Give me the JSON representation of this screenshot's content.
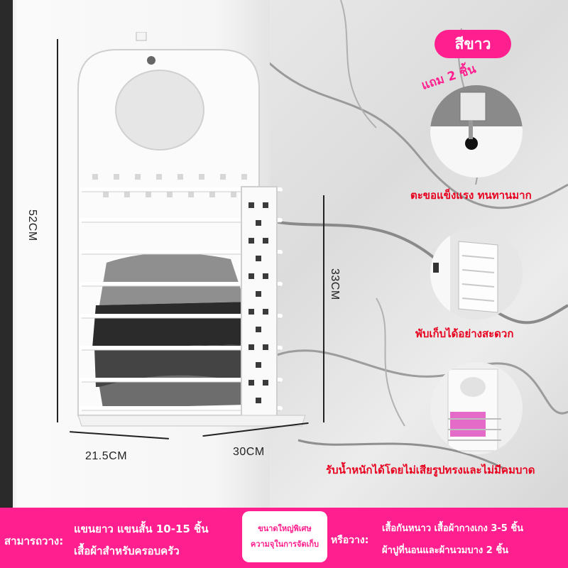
{
  "dimensions": {
    "height_total": "52CM",
    "height_basket": "33CM",
    "depth": "21.5CM",
    "width": "30CM"
  },
  "color_badge": "สีขาว",
  "bonus": "แถม 2 ชิ้น",
  "insets": [
    {
      "caption": "ตะขอแข็งแรง ทนทานมาก",
      "icon": "hook-icon"
    },
    {
      "caption": "พับเก็บได้อย่างสะดวก",
      "icon": "folded-basket-icon"
    },
    {
      "caption": "รับน้ำหนักได้โดยไม่เสียรูปทรงและไม่มีคมบาด",
      "icon": "loaded-basket-icon"
    }
  ],
  "bottom": {
    "left_label": "สามารถวาง:",
    "left_line1": "แขนยาว แขนสั้น 10-15 ชิ้น",
    "left_line2": "เสื้อผ้าสำหรับครอบครัว",
    "center_line1": "ขนาดใหญ่พิเศษ",
    "center_line2": "ความจุในการจัดเก็บ",
    "right_label": "หรือวาง:",
    "right_line1": "เสื้อกันหนาว เสื้อผ้ากางเกง 3-5 ชิ้น",
    "right_line2": "ผ้าปูที่นอนและผ้านวมบาง 2 ชิ้น"
  },
  "colors": {
    "accent": "#ff1f8e",
    "caption_red": "#e8001f"
  }
}
